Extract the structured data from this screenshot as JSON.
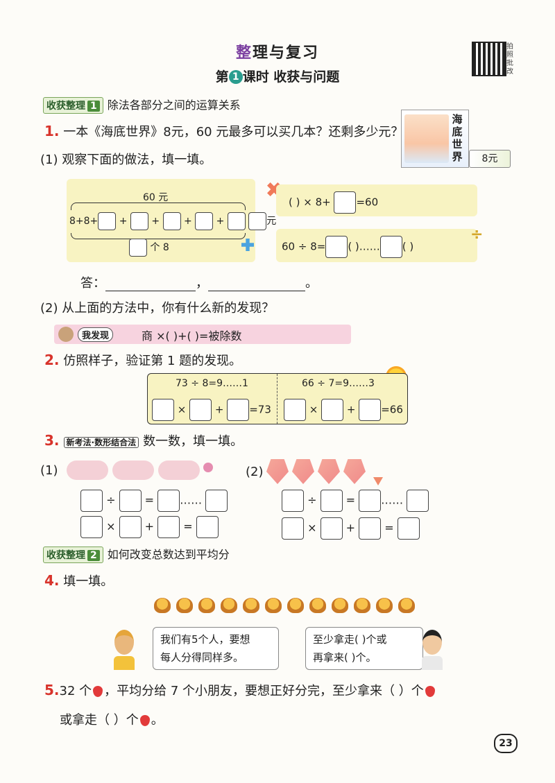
{
  "header": {
    "title_first": "整",
    "title_rest": "理与复习",
    "lesson_prefix": "第",
    "lesson_num": "1",
    "lesson_suffix": "课时  收获与问题",
    "qr_caption": "拍照批改"
  },
  "section1": {
    "tag": "收获整理",
    "num": "1",
    "text": "除法各部分之间的运算关系"
  },
  "q1": {
    "num": "1.",
    "text": "一本《海底世界》8元，60 元最多可以买几本？还剩多少元？",
    "book_title": [
      "海",
      "底",
      "世",
      "界"
    ],
    "price": "8元",
    "sub1": "(1) 观察下面的做法，填一填。",
    "brace_label": "60 元",
    "sum_start": "8+8+",
    "sum_end": "元",
    "count_suffix": "个 8",
    "eq_mult": "(       ) × 8+",
    "eq_mult_end": "=60",
    "eq_div_start": "60 ÷ 8=",
    "eq_div_paren": "(      )……",
    "eq_div_end": "(      )",
    "answer_label": "答：",
    "answer_sep": "，",
    "answer_end": "。",
    "sub2": "(2) 从上面的方法中，你有什么新的发现？",
    "discover_label": "我发现",
    "discover_text": "商 ×(          )+(          )=被除数"
  },
  "q2": {
    "num": "2.",
    "text": "仿照样子，验证第 1 题的发现。",
    "left_eq": "73 ÷ 8=9……1",
    "left_end": "=73",
    "right_eq": "66 ÷ 7=9……3",
    "right_end": "=66"
  },
  "q3": {
    "num": "3.",
    "badge": "新考法·数形结合法",
    "text": "数一数，填一填。",
    "label1": "(1)",
    "label2": "(2)"
  },
  "section2": {
    "tag": "收获整理",
    "num": "2",
    "text": "如何改变总数达到平均分"
  },
  "q4": {
    "num": "4.",
    "text": "填一填。",
    "tart_count": 12,
    "bubble_left": [
      "我们有5个人，要想",
      "每人分得同样多。"
    ],
    "bubble_right": [
      "至少拿走(     )个或",
      "再拿来(     )个。"
    ]
  },
  "q5": {
    "num": "5.",
    "text_a": "32 个",
    "text_b": "，平均分给 7 个小朋友，要想正好分完，至少拿来（          ）个",
    "text_c": "或拿走（          ）个",
    "text_d": "。"
  },
  "page_number": "23"
}
